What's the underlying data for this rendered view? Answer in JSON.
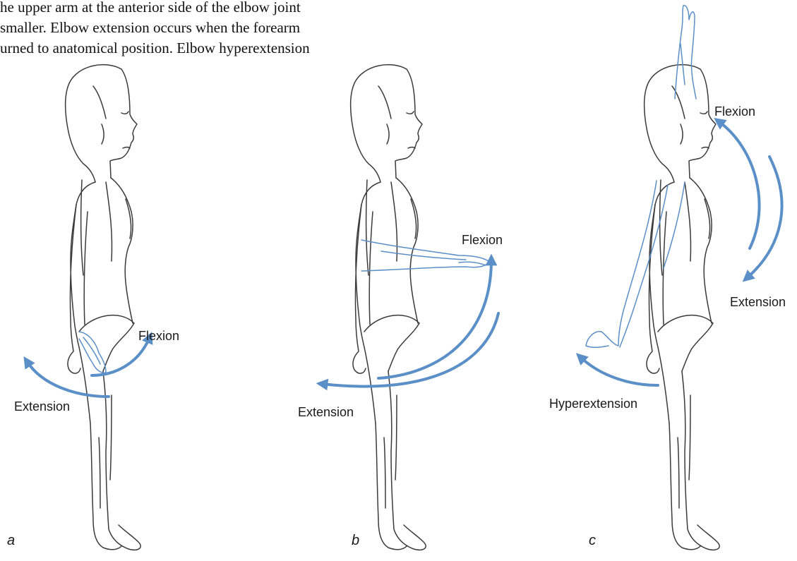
{
  "paragraph_lines": [
    "he upper arm at the anterior side of the elbow joint",
    "smaller. Elbow extension occurs when the forearm",
    "urned to anatomical position. Elbow hyperextension"
  ],
  "arrow_color": "#5b8fc7",
  "panels": {
    "a": {
      "letter": "a",
      "flexion_label": "Flexion",
      "extension_label": "Extension"
    },
    "b": {
      "letter": "b",
      "flexion_label": "Flexion",
      "extension_label": "Extension"
    },
    "c": {
      "letter": "c",
      "flexion_label": "Flexion",
      "extension_label": "Extension",
      "hyperextension_label": "Hyperextension"
    }
  }
}
